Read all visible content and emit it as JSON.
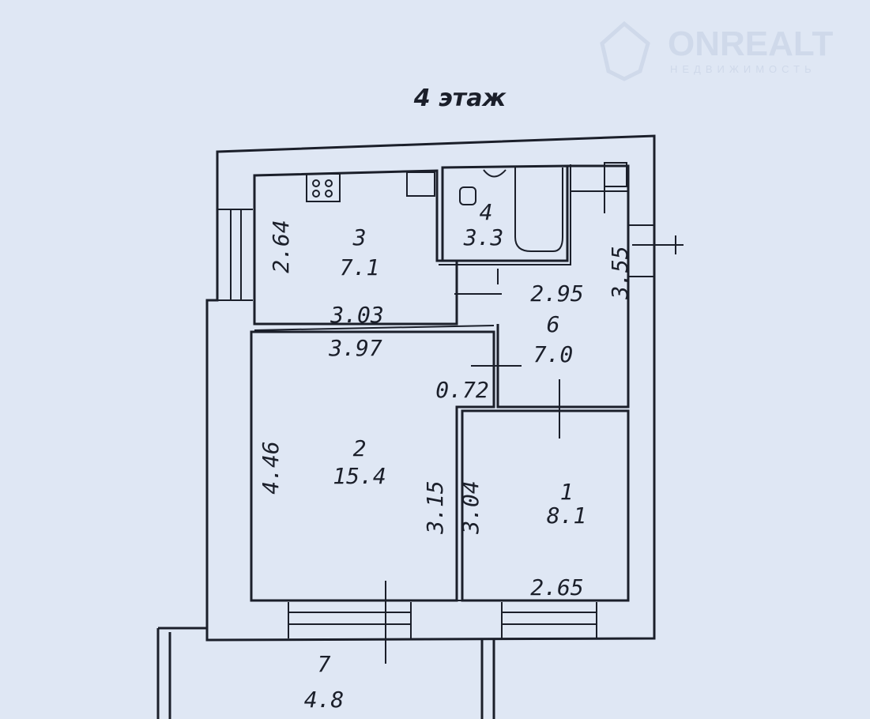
{
  "title": "4 этаж",
  "watermark": {
    "brand": "ONREALT",
    "subtitle": "НЕДВИЖИМОСТЬ"
  },
  "rooms": [
    {
      "number": "1",
      "area": "8.1"
    },
    {
      "number": "2",
      "area": "15.4"
    },
    {
      "number": "3",
      "area": "7.1"
    },
    {
      "number": "4",
      "area": "3.3"
    },
    {
      "number": "6",
      "area": "7.0"
    },
    {
      "number": "7",
      "area": "4.8"
    }
  ],
  "dimensions": {
    "kitchen_height": "2.64",
    "kitchen_width": "3.03",
    "living_width": "3.97",
    "hall_width": "2.95",
    "hall_height": "3.55",
    "passage": "0.72",
    "living_height": "4.46",
    "living_inner": "3.15",
    "bedroom_height": "3.04",
    "bedroom_width": "2.65"
  }
}
